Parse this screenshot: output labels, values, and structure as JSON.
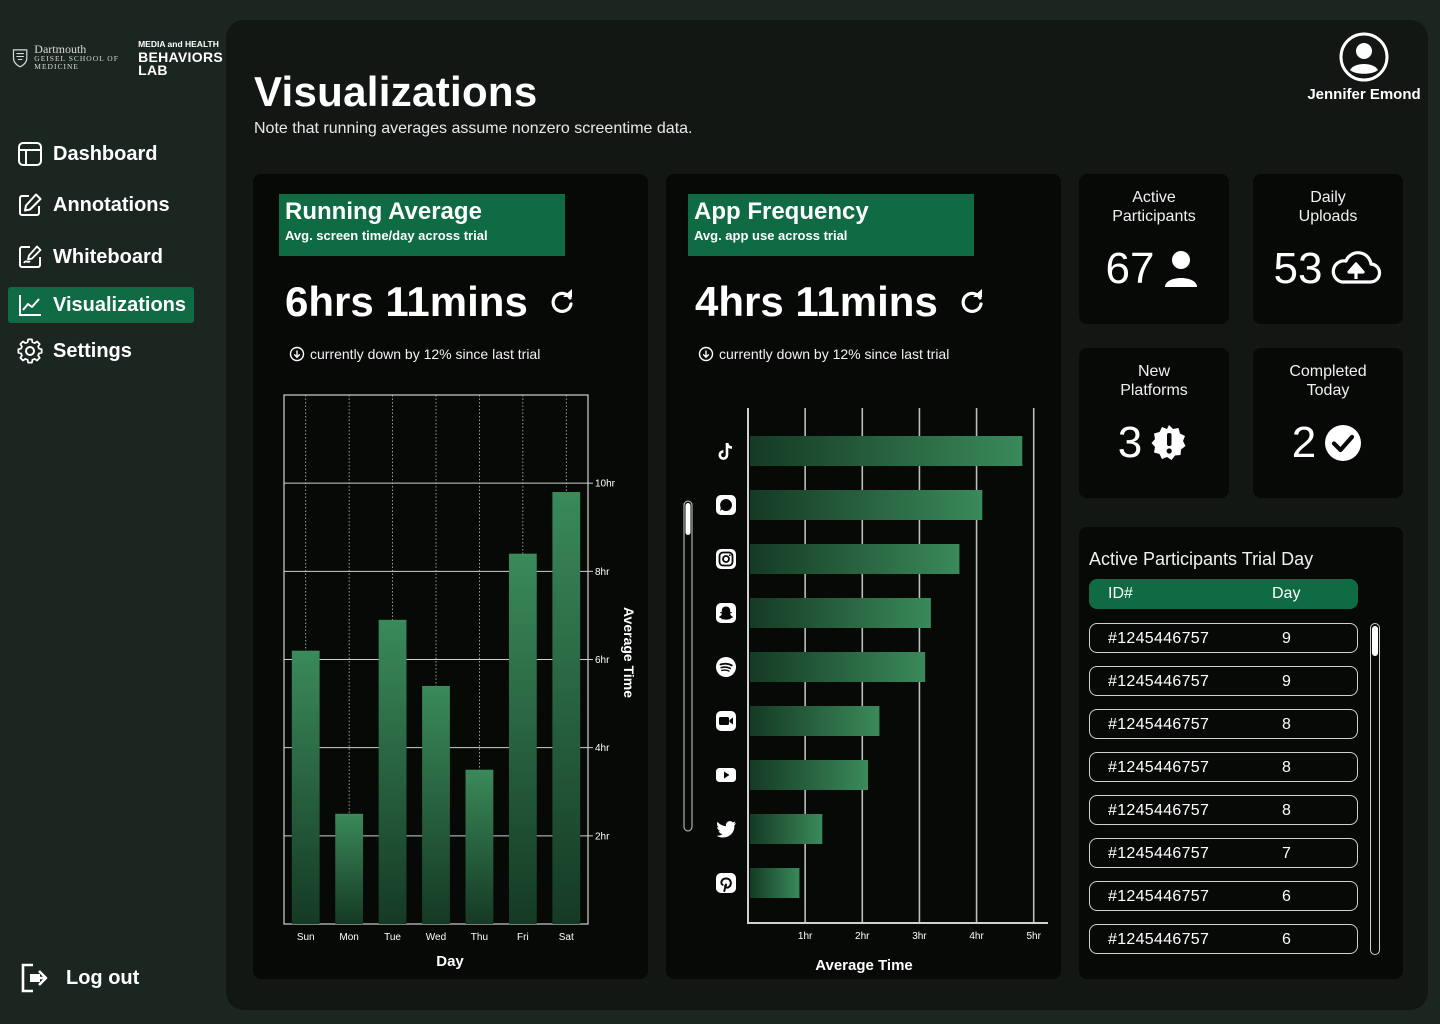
{
  "brand": {
    "school_name": "Dartmouth",
    "school_sub": "GEISEL SCHOOL OF MEDICINE",
    "lab_line1": "MEDIA and HEALTH",
    "lab_line2": "BEHAVIORS LAB"
  },
  "nav": {
    "items": [
      {
        "label": "Dashboard",
        "icon": "dashboard-icon"
      },
      {
        "label": "Annotations",
        "icon": "edit-icon"
      },
      {
        "label": "Whiteboard",
        "icon": "whiteboard-icon"
      },
      {
        "label": "Visualizations",
        "icon": "chart-line-icon",
        "active": true
      },
      {
        "label": "Settings",
        "icon": "gear-icon"
      }
    ],
    "logout_label": "Log out"
  },
  "header": {
    "title": "Visualizations",
    "note": "Note that running averages assume nonzero screentime data.",
    "user_name": "Jennifer Emond"
  },
  "running_average": {
    "title": "Running Average",
    "subtitle": "Avg. screen time/day across trial",
    "value": "6hrs 11mins",
    "trend": "currently down by 12% since last trial"
  },
  "app_frequency": {
    "title": "App Frequency",
    "subtitle": "Avg. app use across trial",
    "value": "4hrs 11mins",
    "trend": "currently down by 12% since last trial"
  },
  "stats": [
    {
      "label": "Active\nParticipants",
      "value": "67",
      "icon": "person-icon"
    },
    {
      "label": "Daily\nUploads",
      "value": "53",
      "icon": "cloud-upload-icon"
    },
    {
      "label": "New\nPlatforms",
      "value": "3",
      "icon": "alert-badge-icon"
    },
    {
      "label": "Completed\nToday",
      "value": "2",
      "icon": "check-circle-icon"
    }
  ],
  "participants": {
    "title": "Active Participants Trial Day",
    "col_id": "ID#",
    "col_day": "Day",
    "rows": [
      {
        "id": "#1245446757",
        "day": "9"
      },
      {
        "id": "#1245446757",
        "day": "9"
      },
      {
        "id": "#1245446757",
        "day": "8"
      },
      {
        "id": "#1245446757",
        "day": "8"
      },
      {
        "id": "#1245446757",
        "day": "8"
      },
      {
        "id": "#1245446757",
        "day": "7"
      },
      {
        "id": "#1245446757",
        "day": "6"
      },
      {
        "id": "#1245446757",
        "day": "6"
      }
    ]
  },
  "colors": {
    "accent": "#0e6b43",
    "bar_top": "#3a8a5a",
    "bar_bottom": "#153a24",
    "background": "#1b2621",
    "panel": "#121714",
    "card": "#070907"
  },
  "chart_data": [
    {
      "type": "bar",
      "categories": [
        "Sun",
        "Mon",
        "Tue",
        "Wed",
        "Thu",
        "Fri",
        "Sat"
      ],
      "values": [
        6.2,
        2.5,
        6.9,
        5.4,
        3.5,
        8.4,
        9.8
      ],
      "xlabel": "Day",
      "ylabel": "Average Time",
      "ylim": [
        0,
        12
      ],
      "yticks": [
        2,
        4,
        6,
        8,
        10
      ],
      "ytick_labels": [
        "2hr",
        "4hr",
        "6hr",
        "8hr",
        "10hr"
      ],
      "grid": true
    },
    {
      "type": "bar",
      "orientation": "horizontal",
      "categories": [
        "TikTok",
        "Messenger",
        "Instagram",
        "Snapchat",
        "Spotify",
        "Zoom",
        "YouTube",
        "Twitter",
        "Pinterest"
      ],
      "category_icons": [
        "tiktok-icon",
        "messenger-icon",
        "instagram-icon",
        "snapchat-icon",
        "spotify-icon",
        "zoom-icon",
        "youtube-icon",
        "twitter-icon",
        "pinterest-icon"
      ],
      "values": [
        4.8,
        4.1,
        3.7,
        3.2,
        3.1,
        2.3,
        2.1,
        1.3,
        0.9
      ],
      "xlabel": "Average Time",
      "xlim": [
        0,
        5.25
      ],
      "xticks": [
        1,
        2,
        3,
        4,
        5
      ],
      "xtick_labels": [
        "1hr",
        "2hr",
        "3hr",
        "4hr",
        "5hr"
      ],
      "grid": true
    }
  ]
}
